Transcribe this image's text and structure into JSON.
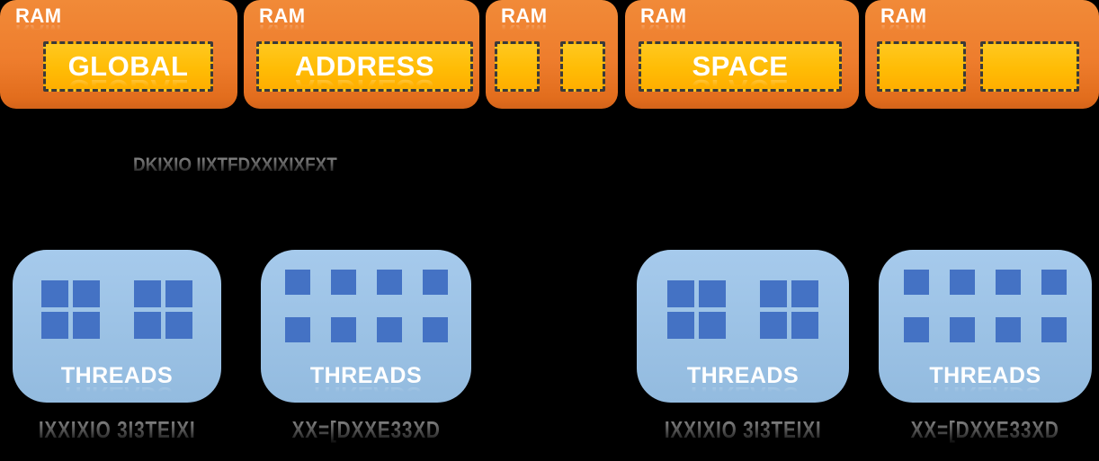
{
  "background_color": "#000000",
  "palette": {
    "ram_box_orange": "#ED7D31",
    "allocation_gold": "#FFC000",
    "allocation_dashed_border": "#3A3A3A",
    "threads_box_blue": "#9DC3E6",
    "thread_square_blue": "#4472C4",
    "label_white": "#FFFFFF",
    "faded_caption_gray": "#4D4D4D"
  },
  "ram_row": {
    "boxes": [
      {
        "label": "RAM",
        "allocation_text": "GLOBAL",
        "allocation_count": 1
      },
      {
        "label": "RAM",
        "allocation_text": "ADDRESS",
        "allocation_count": 1
      },
      {
        "label": "RAM",
        "allocation_text": "",
        "allocation_count": 2
      },
      {
        "label": "RAM",
        "allocation_text": "SPACE",
        "allocation_count": 1
      },
      {
        "label": "RAM",
        "allocation_text": "",
        "allocation_count": 2
      }
    ]
  },
  "middle_caption": "DKIXIO IIXTFDXXIXIXFXT",
  "threads_row": {
    "boxes": [
      {
        "label": "THREADS",
        "square_count": 8,
        "square_layout": "two 2x2 clusters",
        "caption": "IXXIXIO 3I3TEIXI"
      },
      {
        "label": "THREADS",
        "square_count": 8,
        "square_layout": "4x2 grid",
        "caption": "XX=[DXXE33XD"
      },
      {
        "label": "THREADS",
        "square_count": 8,
        "square_layout": "two 2x2 clusters",
        "caption": "IXXIXIO 3I3TEIXI"
      },
      {
        "label": "THREADS",
        "square_count": 8,
        "square_layout": "4x2 grid",
        "caption": "XX=[DXXE33XD"
      }
    ]
  }
}
